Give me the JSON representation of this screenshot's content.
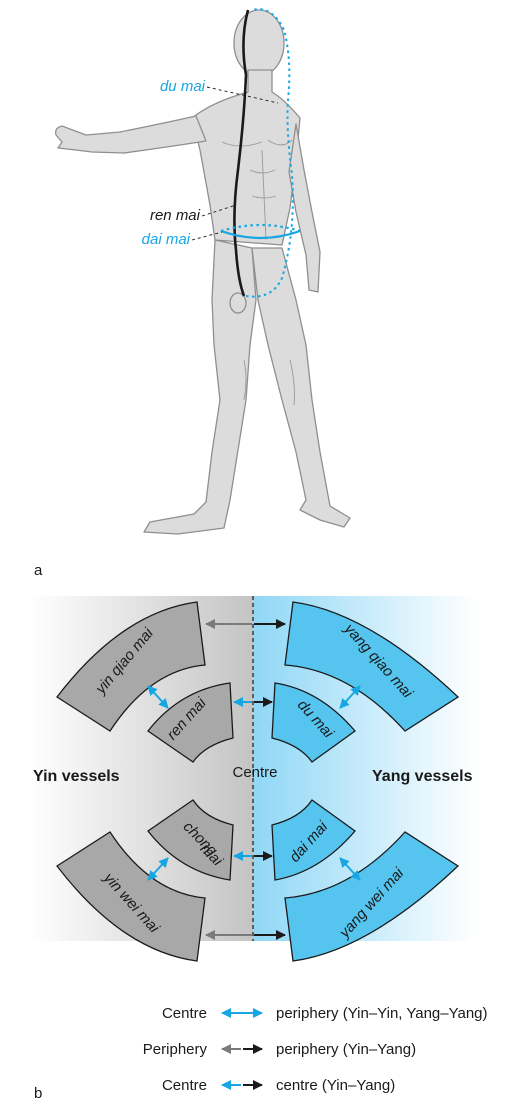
{
  "figure_a": {
    "panel_label": "a",
    "labels": {
      "du_mai": "du mai",
      "ren_mai": "ren mai",
      "dai_mai": "dai mai"
    }
  },
  "figure_b": {
    "panel_label": "b",
    "yin_vessels": "Yin vessels",
    "yang_vessels": "Yang vessels",
    "centre": "Centre",
    "segments": {
      "yin_qiao_mai": "yin qiao mai",
      "ren_mai": "ren mai",
      "chong": "chong",
      "mai": "mai",
      "yin_wei_mai": "yin wei mai",
      "yang_qiao_mai": "yang qiao mai",
      "du_mai": "du mai",
      "dai_mai": "dai mai",
      "yang_wei_mai": "yang wei mai"
    }
  },
  "legend": [
    {
      "from": "Centre",
      "to": "periphery (Yin–Yin, Yang–Yang)",
      "style": "cyan-double"
    },
    {
      "from": "Periphery",
      "to": "periphery (Yin–Yang)",
      "style": "grey-black"
    },
    {
      "from": "Centre",
      "to": "centre (Yin–Yang)",
      "style": "cyan-black"
    }
  ],
  "colors": {
    "cyan": "#16a6e3",
    "yin_fill": "#a8a8a8",
    "yang_fill": "#55c5ef",
    "body_fill": "#dcdcdc",
    "ren_line": "#1a1a1a"
  }
}
